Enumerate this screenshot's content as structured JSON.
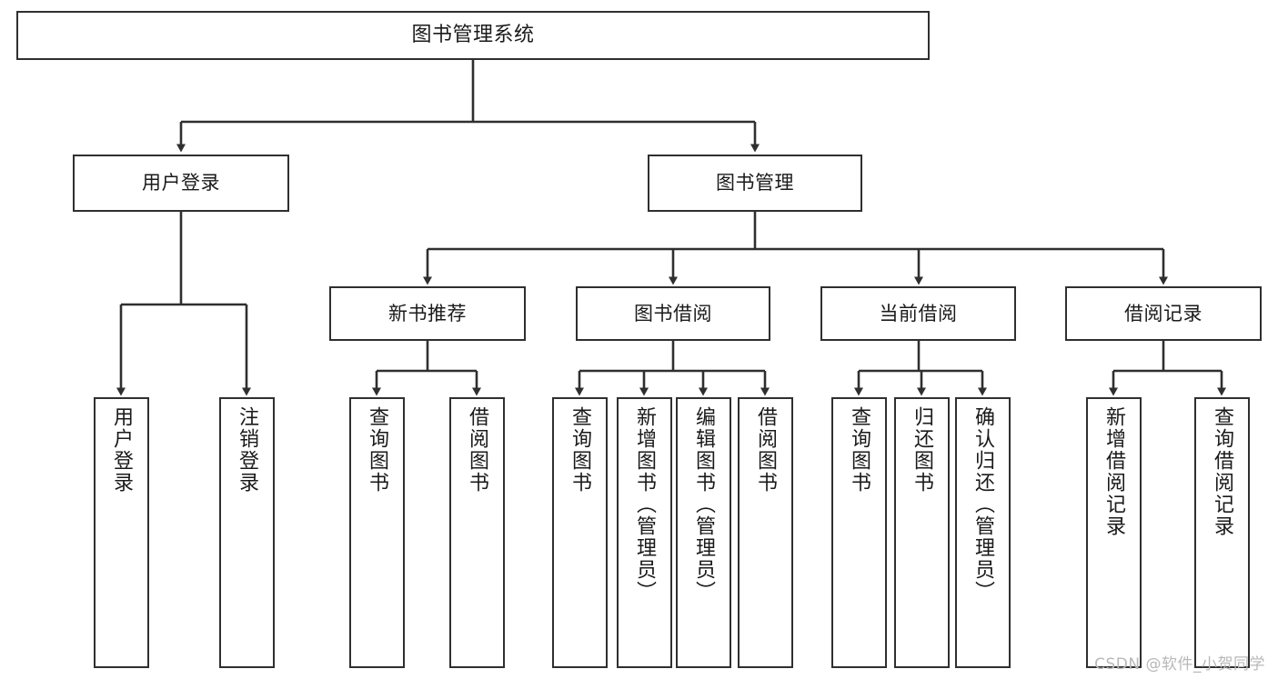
{
  "diagram": {
    "type": "tree",
    "title": "图书管理系统",
    "watermark": "CSDN @软件_小贺同学",
    "colors": {
      "box_border": "#2f2f2f",
      "box_fill": "#ffffff",
      "connector": "#2f2f2f",
      "text": "#1a1a1a",
      "watermark": "#b8b8b8",
      "background": "#ffffff"
    },
    "nodes": {
      "root": {
        "label": "图书管理系统"
      },
      "level2": [
        {
          "id": "user-login",
          "label": "用户登录"
        },
        {
          "id": "book-management",
          "label": "图书管理"
        }
      ],
      "level3": [
        {
          "id": "new-book-recommend",
          "label": "新书推荐"
        },
        {
          "id": "book-borrow",
          "label": "图书借阅"
        },
        {
          "id": "current-borrow",
          "label": "当前借阅"
        },
        {
          "id": "borrow-record",
          "label": "借阅记录"
        }
      ],
      "leaves": {
        "user-login": [
          {
            "id": "leaf-user-login",
            "label": "用户登录"
          },
          {
            "id": "leaf-logout-login",
            "label": "注销登录"
          }
        ],
        "new-book-recommend": [
          {
            "id": "leaf-query-book-1",
            "label": "查询图书"
          },
          {
            "id": "leaf-borrow-book-1",
            "label": "借阅图书"
          }
        ],
        "book-borrow": [
          {
            "id": "leaf-query-book-2",
            "label": "查询图书"
          },
          {
            "id": "leaf-add-book",
            "label": "新增图书（管理员）"
          },
          {
            "id": "leaf-edit-book",
            "label": "编辑图书（管理员）"
          },
          {
            "id": "leaf-borrow-book-2",
            "label": "借阅图书"
          }
        ],
        "current-borrow": [
          {
            "id": "leaf-query-book-3",
            "label": "查询图书"
          },
          {
            "id": "leaf-return-book",
            "label": "归还图书"
          },
          {
            "id": "leaf-confirm-return",
            "label": "确认归还（管理员）"
          }
        ],
        "borrow-record": [
          {
            "id": "leaf-add-record",
            "label": "新增借阅记录"
          },
          {
            "id": "leaf-query-record",
            "label": "查询借阅记录"
          }
        ]
      }
    }
  }
}
